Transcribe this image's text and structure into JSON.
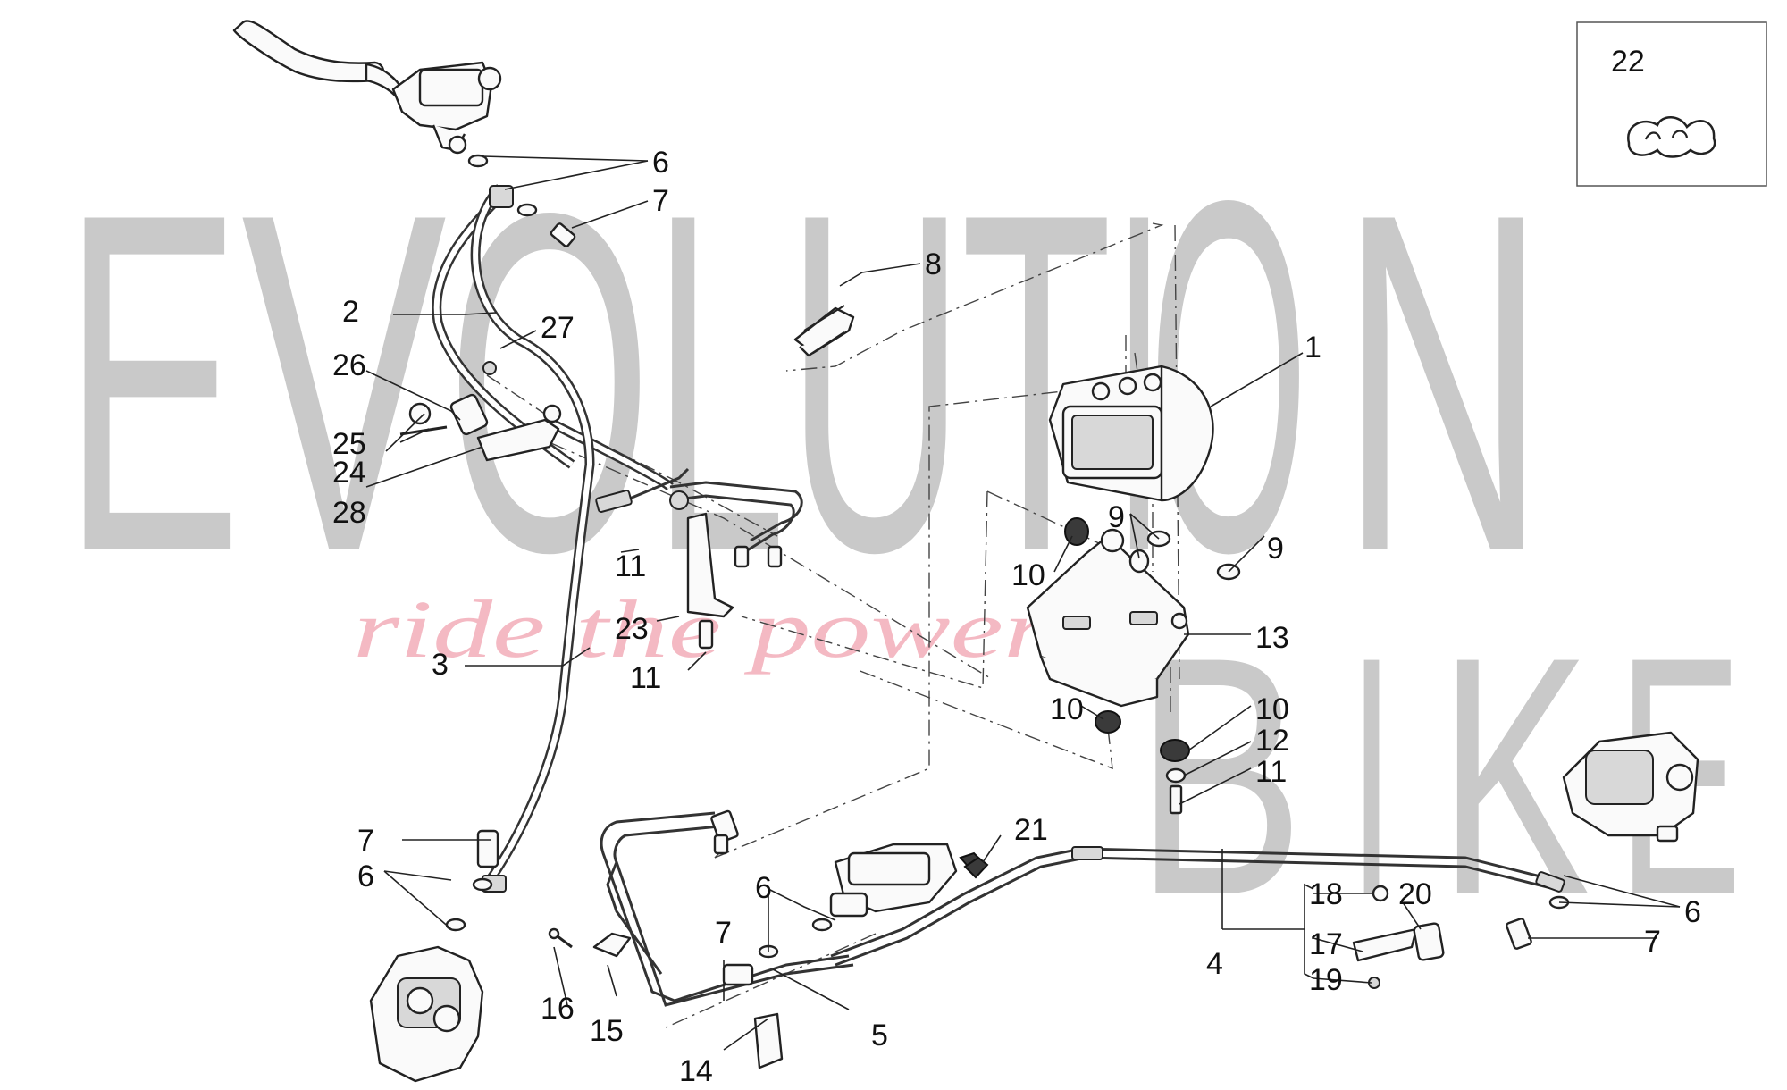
{
  "watermark": {
    "letters": [
      "E",
      "V",
      "O",
      "L",
      "U",
      "T",
      "I",
      "O",
      "N",
      "B",
      "I",
      "K",
      "E"
    ],
    "tagline": "ride the power"
  },
  "inset": {
    "label": "22"
  },
  "callouts": [
    {
      "id": "c1",
      "label": "1"
    },
    {
      "id": "c2",
      "label": "2"
    },
    {
      "id": "c3",
      "label": "3"
    },
    {
      "id": "c4",
      "label": "4"
    },
    {
      "id": "c5",
      "label": "5"
    },
    {
      "id": "c6a",
      "label": "6"
    },
    {
      "id": "c6b",
      "label": "6"
    },
    {
      "id": "c6c",
      "label": "6"
    },
    {
      "id": "c6d",
      "label": "6"
    },
    {
      "id": "c7a",
      "label": "7"
    },
    {
      "id": "c7b",
      "label": "7"
    },
    {
      "id": "c7c",
      "label": "7"
    },
    {
      "id": "c7d",
      "label": "7"
    },
    {
      "id": "c8",
      "label": "8"
    },
    {
      "id": "c9a",
      "label": "9"
    },
    {
      "id": "c9b",
      "label": "9"
    },
    {
      "id": "c10a",
      "label": "10"
    },
    {
      "id": "c10b",
      "label": "10"
    },
    {
      "id": "c10c",
      "label": "10"
    },
    {
      "id": "c11a",
      "label": "11"
    },
    {
      "id": "c11b",
      "label": "11"
    },
    {
      "id": "c11c",
      "label": "11"
    },
    {
      "id": "c12",
      "label": "12"
    },
    {
      "id": "c13",
      "label": "13"
    },
    {
      "id": "c14",
      "label": "14"
    },
    {
      "id": "c15",
      "label": "15"
    },
    {
      "id": "c16",
      "label": "16"
    },
    {
      "id": "c17",
      "label": "17"
    },
    {
      "id": "c18",
      "label": "18"
    },
    {
      "id": "c19",
      "label": "19"
    },
    {
      "id": "c20",
      "label": "20"
    },
    {
      "id": "c21",
      "label": "21"
    },
    {
      "id": "c23",
      "label": "23"
    },
    {
      "id": "c24",
      "label": "24"
    },
    {
      "id": "c25",
      "label": "25"
    },
    {
      "id": "c26",
      "label": "26"
    },
    {
      "id": "c27",
      "label": "27"
    },
    {
      "id": "c28",
      "label": "28"
    }
  ]
}
